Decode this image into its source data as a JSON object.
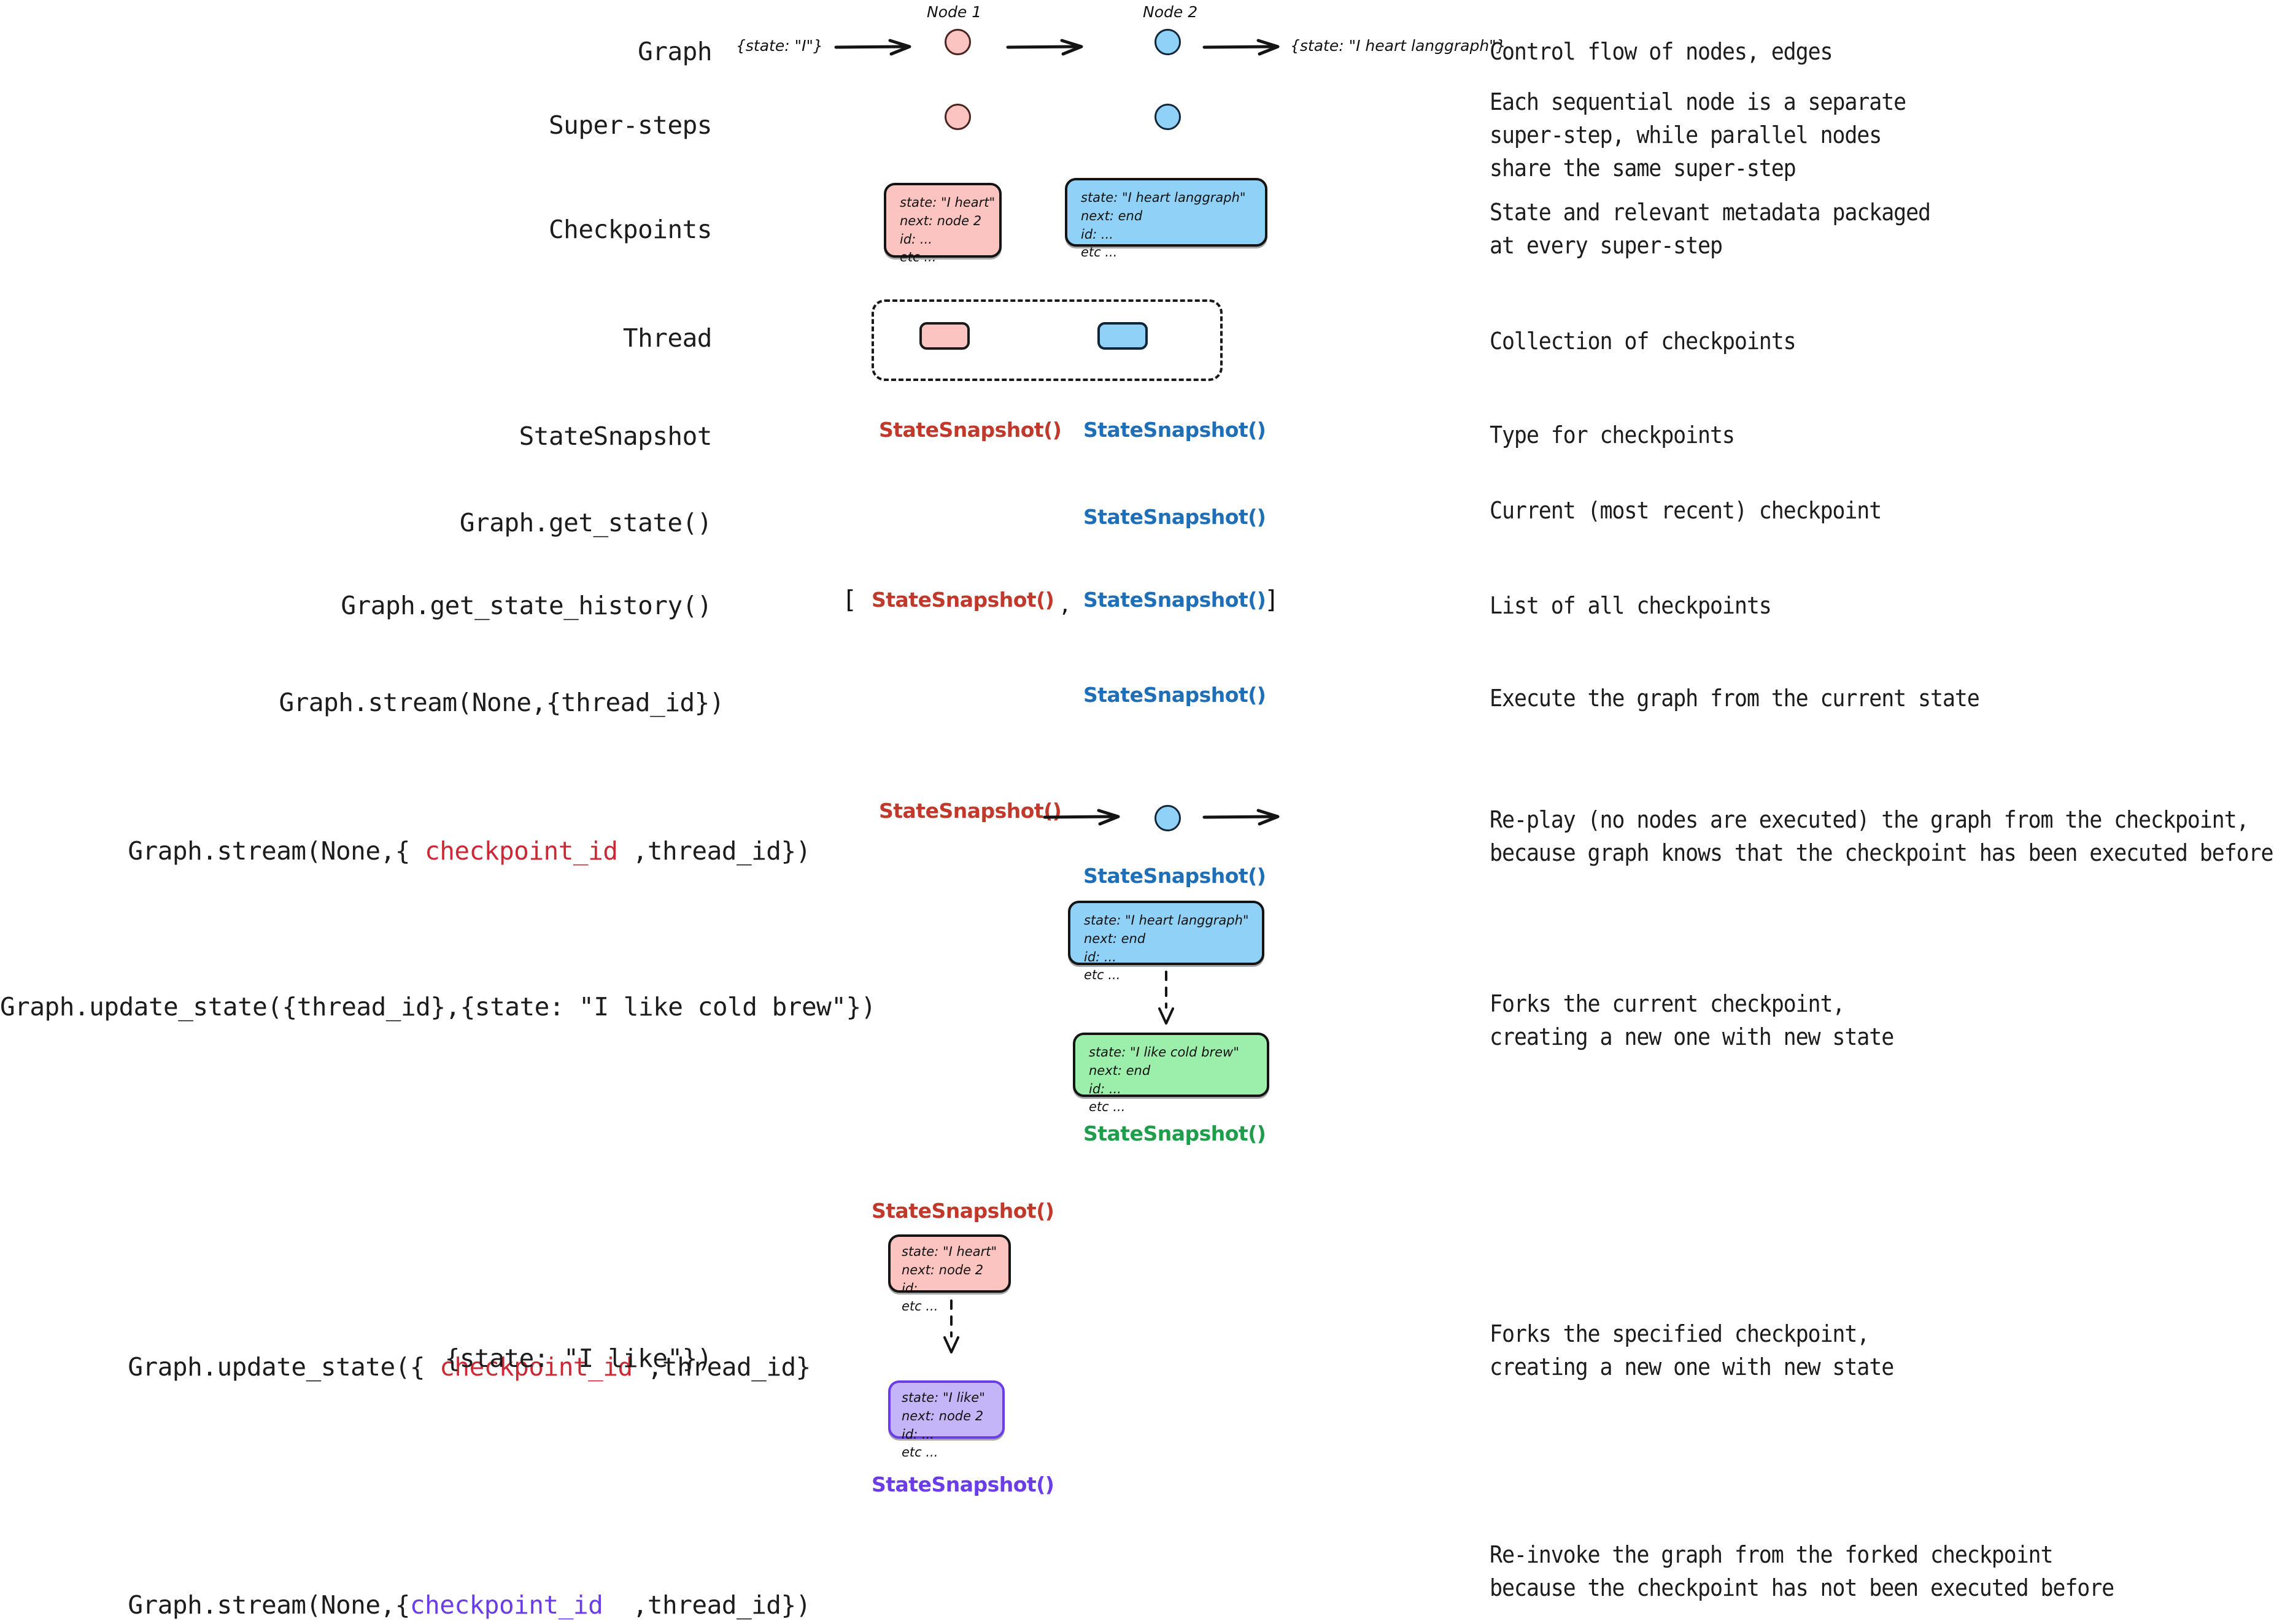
{
  "rows": [
    {
      "label": "Graph",
      "description": "Control flow of nodes, edges",
      "annotations": {
        "node1": "Node 1",
        "node2": "Node 2",
        "state_in": "{state: \"I\"}",
        "state_out": "{state: \"I heart langgraph\"}"
      }
    },
    {
      "label": "Super-steps",
      "description": "Each sequential node is a separate\nsuper-step, while parallel nodes\nshare the same super-step"
    },
    {
      "label": "Checkpoints",
      "description": "State and relevant metadata packaged\nat every super-step",
      "checkpoint_pink": {
        "state": "state: \"I heart\"",
        "next": "next: node 2",
        "id": "id: ...",
        "etc": "etc ..."
      },
      "checkpoint_blue": {
        "state": "state: \"I heart langgraph\"",
        "next": "next: end",
        "id": "id: ...",
        "etc": "etc ..."
      }
    },
    {
      "label": "Thread",
      "description": "Collection of checkpoints"
    },
    {
      "label": "StateSnapshot",
      "description": "Type for checkpoints",
      "snapshot_left": "StateSnapshot()",
      "snapshot_right": "StateSnapshot()"
    },
    {
      "label": "Graph.get_state()",
      "description": "Current (most recent) checkpoint",
      "snapshot": "StateSnapshot()"
    },
    {
      "label": "Graph.get_state_history()",
      "description": "List of all checkpoints",
      "open_bracket": "[",
      "snapshot_left": "StateSnapshot()",
      "separator": ",",
      "snapshot_right": "StateSnapshot()",
      "close_bracket": "]"
    },
    {
      "label": "Graph.stream(None,{thread_id})",
      "description": "Execute the graph from the current state",
      "snapshot": "StateSnapshot()"
    },
    {
      "label_parts": [
        {
          "text": "Graph.stream(None,{ ",
          "color": "black"
        },
        {
          "text": "checkpoint_id",
          "color": "red"
        },
        {
          "text": " ,thread_id})",
          "color": "black"
        }
      ],
      "label_plain": "Graph.stream(None,{ checkpoint_id ,thread_id})",
      "description": "Re-play (no nodes are executed) the graph from the checkpoint,\nbecause graph knows that the checkpoint has been executed before",
      "snapshot_from": "StateSnapshot()"
    },
    {
      "label_plain": "Graph.update_state({thread_id},{state: \"I like cold brew\"})",
      "description": "Forks the current checkpoint,\ncreating a new one with new state",
      "snapshot_blue": "StateSnapshot()",
      "snapshot_green": "StateSnapshot()",
      "checkpoint_blue": {
        "state": "state: \"I heart langgraph\"",
        "next": "next: end",
        "id": "id: ...",
        "etc": "etc ..."
      },
      "checkpoint_green": {
        "state": "state: \"I like cold brew\"",
        "next": "next: end",
        "id": "id: ...",
        "etc": "etc ..."
      }
    },
    {
      "label_parts": [
        {
          "text": "Graph.update_state({ ",
          "color": "black"
        },
        {
          "text": "checkpoint_id",
          "color": "red"
        },
        {
          "text": " ,thread_id}",
          "color": "black"
        }
      ],
      "label_line2": "{state: \"I like\"})",
      "label_plain": "Graph.update_state({ checkpoint_id ,thread_id}",
      "description": "Forks the specified checkpoint,\ncreating a new one with new state",
      "snapshot_red": "StateSnapshot()",
      "snapshot_purple": "StateSnapshot()",
      "checkpoint_pink": {
        "state": "state: \"I heart\"",
        "next": "next: node 2",
        "id": "id: ...",
        "etc": "etc ..."
      },
      "checkpoint_purple": {
        "state": "state: \"I like\"",
        "next": "next: node 2",
        "id": "id: ...",
        "etc": "etc ..."
      }
    },
    {
      "label_parts": [
        {
          "text": "Graph.stream(None,{",
          "color": "black"
        },
        {
          "text": "checkpoint_id",
          "color": "purple"
        },
        {
          "text": "  ,thread_id})",
          "color": "black"
        }
      ],
      "label_plain": "Graph.stream(None,{checkpoint_id  ,thread_id})",
      "description": "Re-invoke the graph from the forked checkpoint\nbecause the checkpoint has not been executed before"
    }
  ],
  "colors": {
    "pink_fill": "#fbc4c0",
    "blue_fill": "#90d1f7",
    "green_fill": "#9ceeab",
    "purple_fill": "#c3b5f7",
    "snapshot_red": "#c0392b",
    "snapshot_blue": "#1f6fb8",
    "snapshot_green": "#1e9e4a",
    "snapshot_purple": "#6a3de8",
    "ink": "#1a1a1a"
  }
}
